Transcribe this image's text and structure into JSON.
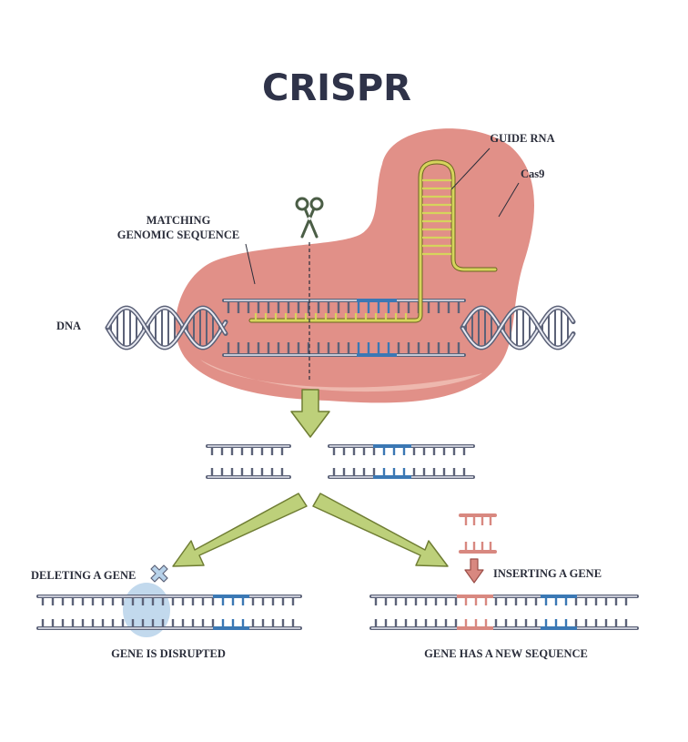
{
  "title": "CRISPR",
  "labels": {
    "guide_rna": "GUIDE RNA",
    "cas9": "Cas9",
    "matching_line1": "MATCHING",
    "matching_line2": "GENOMIC SEQUENCE",
    "dna": "DNA",
    "deleting": "DELETING A GENE",
    "inserting": "INSERTING A GENE",
    "disrupted": "GENE IS DISRUPTED",
    "new_sequence": "GENE HAS A NEW SEQUENCE"
  },
  "colors": {
    "title": "#2f3349",
    "text": "#2a2d3a",
    "strand": "#5c6278",
    "strand_light": "#e8eaf2",
    "cas9_fill": "#e19088",
    "cas9_light": "#eeb8ae",
    "guide_rna": "#d6d45c",
    "target_blue": "#3b78b4",
    "arrow_fill": "#bdd07a",
    "arrow_stroke": "#6f7d33",
    "insert_red": "#d88880",
    "bubble": "#b7d2ea",
    "scissors": "#4b5e46"
  },
  "icons": [
    "scissors-icon",
    "cross-icon",
    "down-arrow-icon"
  ]
}
